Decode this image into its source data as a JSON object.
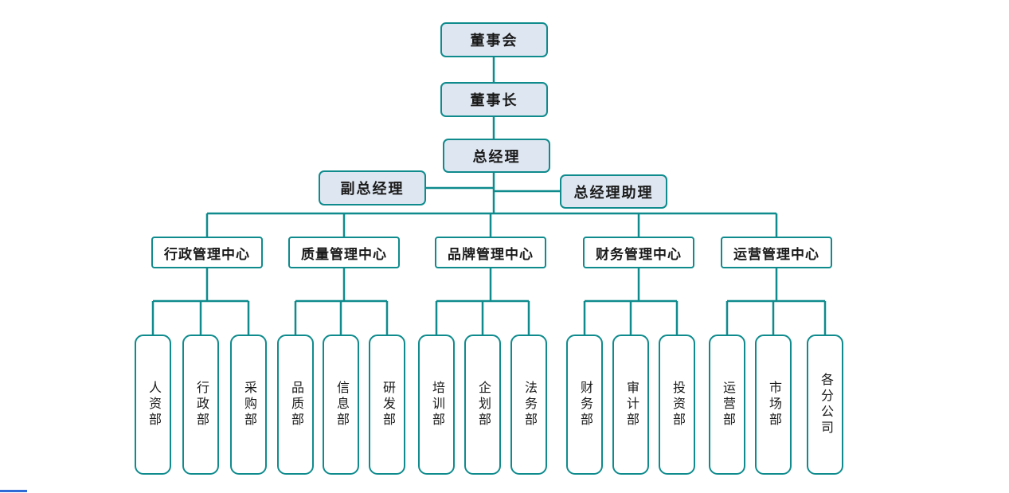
{
  "chart_title": "",
  "colors": {
    "line": "#0f8b8d",
    "box_border": "#0f8b8d",
    "top_box_fill": "#dee6f1",
    "department_box_fill": "#ffffff",
    "text": "#1a1a1a",
    "bottom_edge_artifact": "#2f6bd7"
  },
  "nodes": {
    "board": "董事会",
    "chairman": "董事长",
    "general_manager": "总经理",
    "deputy_general_manager": "副总经理",
    "gm_assistant": "总经理助理"
  },
  "centers": [
    {
      "label": "行政管理中心",
      "departments": [
        "人资部",
        "行政部",
        "采购部"
      ]
    },
    {
      "label": "质量管理中心",
      "departments": [
        "品质部",
        "信息部",
        "研发部"
      ]
    },
    {
      "label": "品牌管理中心",
      "departments": [
        "培训部",
        "企划部",
        "法务部"
      ]
    },
    {
      "label": "财务管理中心",
      "departments": [
        "财务部",
        "审计部",
        "投资部"
      ]
    },
    {
      "label": "运营管理中心",
      "departments": [
        "运营部",
        "市场部",
        "各分公司"
      ]
    }
  ]
}
